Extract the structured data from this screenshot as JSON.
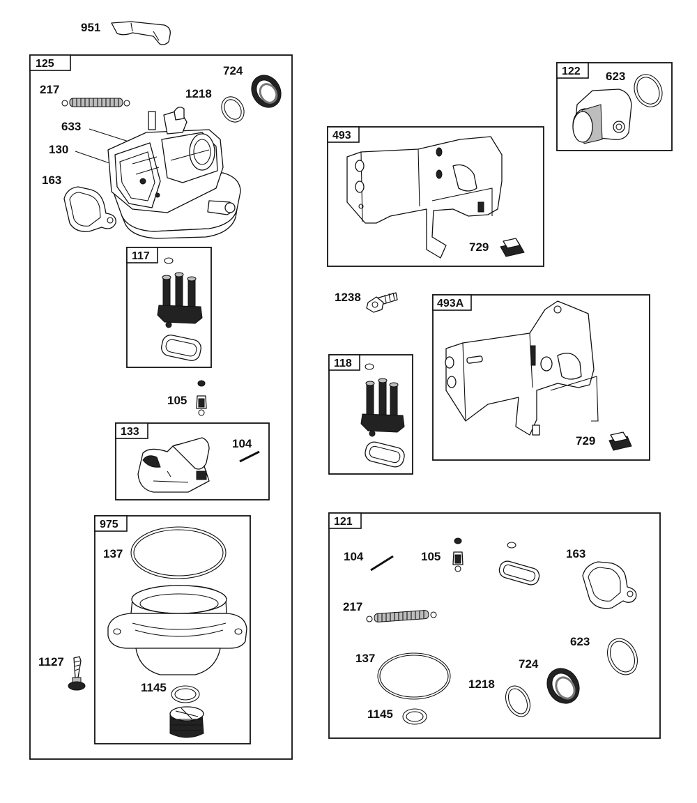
{
  "parts": {
    "p951": "951",
    "p217": "217",
    "p724": "724",
    "p1218": "1218",
    "p633": "633",
    "p130": "130",
    "p163": "163",
    "p105": "105",
    "p104": "104",
    "p137": "137",
    "p1127": "1127",
    "p1145": "1145",
    "p623": "623",
    "p729": "729",
    "p1238": "1238"
  },
  "groups": {
    "g125": "125",
    "g117": "117",
    "g133": "133",
    "g975": "975",
    "g122": "122",
    "g493": "493",
    "g493A": "493A",
    "g118": "118",
    "g121": "121"
  }
}
